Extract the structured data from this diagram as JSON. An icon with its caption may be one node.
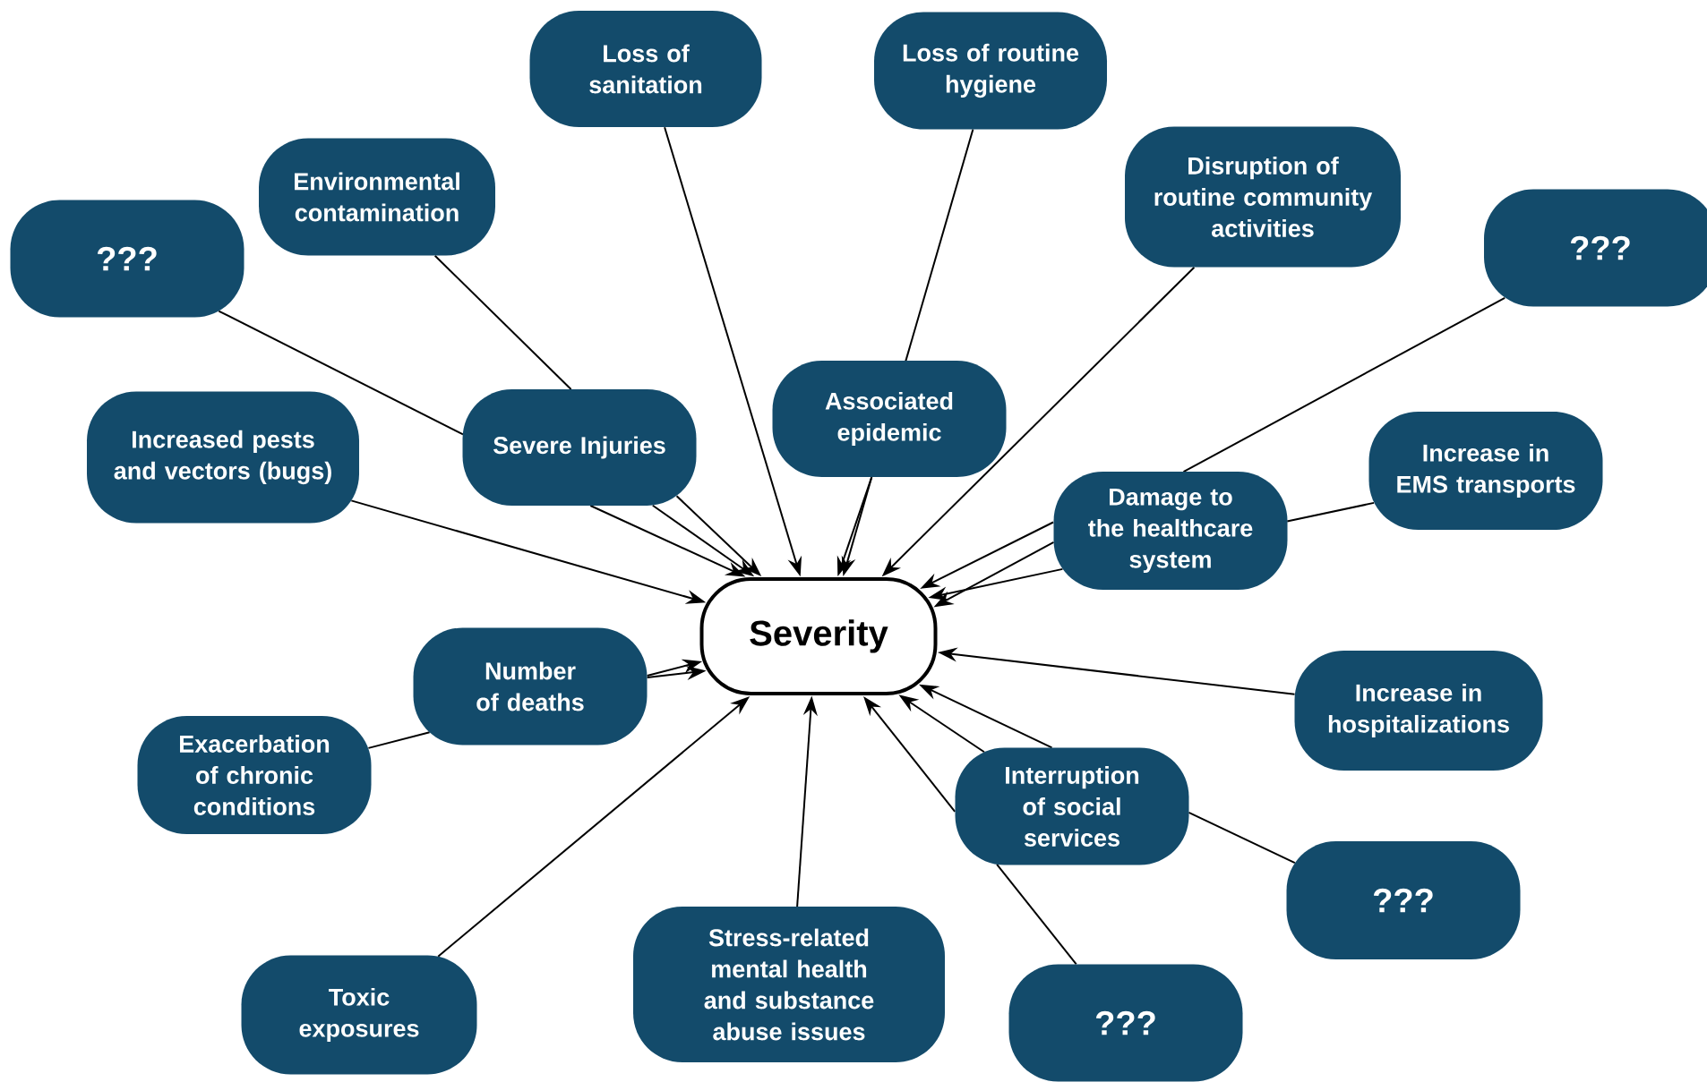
{
  "diagram": {
    "nodes": [
      {
        "text": [
          "Severity"
        ]
      },
      {
        "text": [
          "Loss of sanitation"
        ]
      },
      {
        "text": [
          "Loss of routine hygiene"
        ]
      },
      {
        "text": [
          "Environmental contamination"
        ]
      },
      {
        "text": [
          "???"
        ]
      },
      {
        "text": [
          "Disruption of routine community activities"
        ]
      },
      {
        "text": [
          "???"
        ]
      },
      {
        "text": [
          "Increased pests and vectors (bugs)"
        ]
      },
      {
        "text": [
          "Severe Injuries"
        ]
      },
      {
        "text": [
          "Associated epidemic"
        ]
      },
      {
        "text": [
          "Damage to the healthcare system"
        ]
      },
      {
        "text": [
          "Increase in EMS transports"
        ]
      },
      {
        "text": [
          "Number of deaths"
        ]
      },
      {
        "text": [
          "Exacerbation of chronic conditions"
        ]
      },
      {
        "text": [
          "Increase in hospitalizations"
        ]
      },
      {
        "text": [
          "Interruption of social services"
        ]
      },
      {
        "text": [
          "Toxic exposures"
        ]
      },
      {
        "text": [
          "Stress-related mental health and substance abuse issues"
        ]
      },
      {
        "text": [
          "???"
        ]
      },
      {
        "text": [
          "???"
        ]
      }
    ],
    "edges": [
      {
        "from": 1,
        "to": 0,
        "arrow": "to"
      },
      {
        "from": 2,
        "to": 9,
        "arrow": "none"
      },
      {
        "from": 3,
        "to": 8,
        "arrow": "none"
      },
      {
        "from": 4,
        "to": 8,
        "arrow": "none"
      },
      {
        "from": 5,
        "to": 0,
        "arrow": "to"
      },
      {
        "from": 6,
        "to": 10,
        "arrow": "none"
      },
      {
        "from": 7,
        "to": 0,
        "arrow": "to"
      },
      {
        "from": 8,
        "to": 0,
        "arrow": "to"
      },
      {
        "from": 8,
        "to": 0,
        "arrow": "to"
      },
      {
        "from": 8,
        "to": 0,
        "arrow": "to"
      },
      {
        "from": 9,
        "to": 0,
        "arrow": "to"
      },
      {
        "from": 9,
        "to": 0,
        "arrow": "to"
      },
      {
        "from": 10,
        "to": 0,
        "arrow": "to"
      },
      {
        "from": 10,
        "to": 0,
        "arrow": "to"
      },
      {
        "from": 10,
        "to": 0,
        "arrow": "to"
      },
      {
        "from": 11,
        "to": 10,
        "arrow": "none"
      },
      {
        "from": 12,
        "to": 0,
        "arrow": "to"
      },
      {
        "from": 12,
        "to": 0,
        "arrow": "to"
      },
      {
        "from": 13,
        "to": 12,
        "arrow": "none"
      },
      {
        "from": 14,
        "to": 0,
        "arrow": "to"
      },
      {
        "from": 15,
        "to": 0,
        "arrow": "to"
      },
      {
        "from": 15,
        "to": 0,
        "arrow": "to"
      },
      {
        "from": 15,
        "to": 0,
        "arrow": "to"
      },
      {
        "from": 16,
        "to": 0,
        "arrow": "to"
      },
      {
        "from": 17,
        "to": 0,
        "arrow": "to"
      },
      {
        "from": 18,
        "to": 15,
        "arrow": "none"
      },
      {
        "from": 19,
        "to": 15,
        "arrow": "none"
      }
    ]
  }
}
